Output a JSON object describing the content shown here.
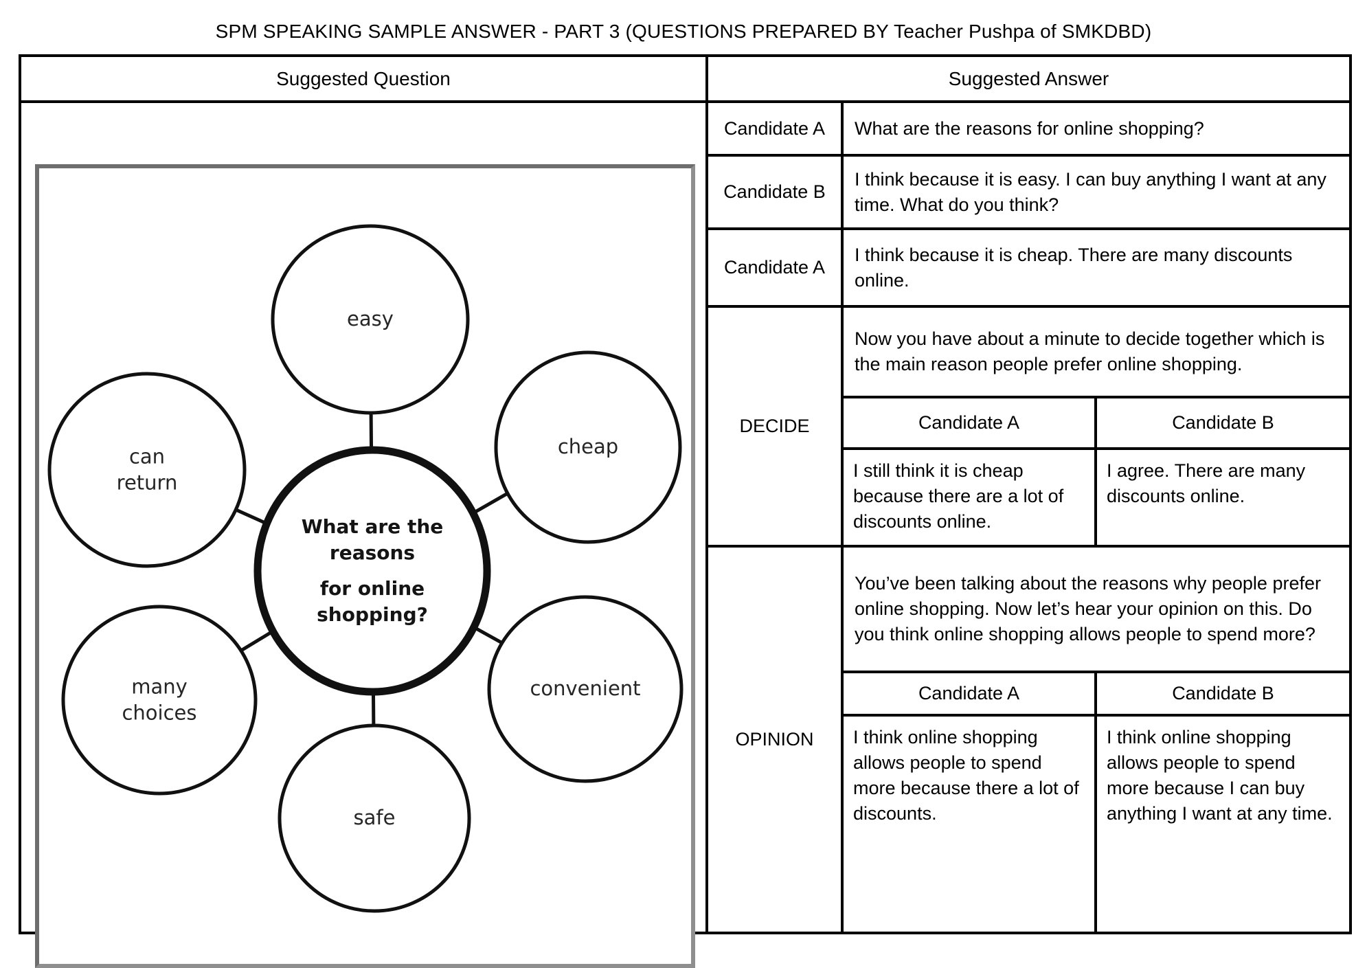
{
  "title": "SPM SPEAKING SAMPLE ANSWER - PART 3 (QUESTIONS PREPARED BY Teacher Pushpa of SMKDBD)",
  "table": {
    "question_header": "Suggested Question",
    "answer_header": "Suggested Answer",
    "dialogue": [
      {
        "speaker": "Candidate A",
        "text": "What are the reasons for online shopping?"
      },
      {
        "speaker": "Candidate B",
        "text": "I think because it is easy. I can buy anything I want at any time. What do you think?"
      },
      {
        "speaker": "Candidate A",
        "text": "I think because it is cheap. There are many discounts online."
      }
    ],
    "decide": {
      "label": "DECIDE",
      "prompt": "Now you have about a minute to decide together which is the main reason people prefer online shopping.",
      "col_a": "Candidate A",
      "col_b": "Candidate B",
      "answer_a": "I still think it is cheap because there are a lot of discounts online.",
      "answer_b": "I agree. There are many discounts online."
    },
    "opinion": {
      "label": "OPINION",
      "prompt": "You’ve been talking about the reasons why people prefer online shopping. Now let’s hear your opinion on this. Do you think online shopping allows people to spend more?",
      "col_a": "Candidate A",
      "col_b": "Candidate B",
      "answer_a": "I think online shopping allows people to spend more because there a lot of discounts.",
      "answer_b": "I think online shopping allows people to spend more because I can buy anything I want at any time."
    }
  },
  "diagram": {
    "center_line1": "What are the reasons",
    "center_line2": "for online shopping?",
    "nodes": {
      "easy": "easy",
      "cheap": "cheap",
      "can_return": "can\nreturn",
      "many_choices": "many\nchoices",
      "safe": "safe",
      "convenient": "convenient"
    }
  }
}
